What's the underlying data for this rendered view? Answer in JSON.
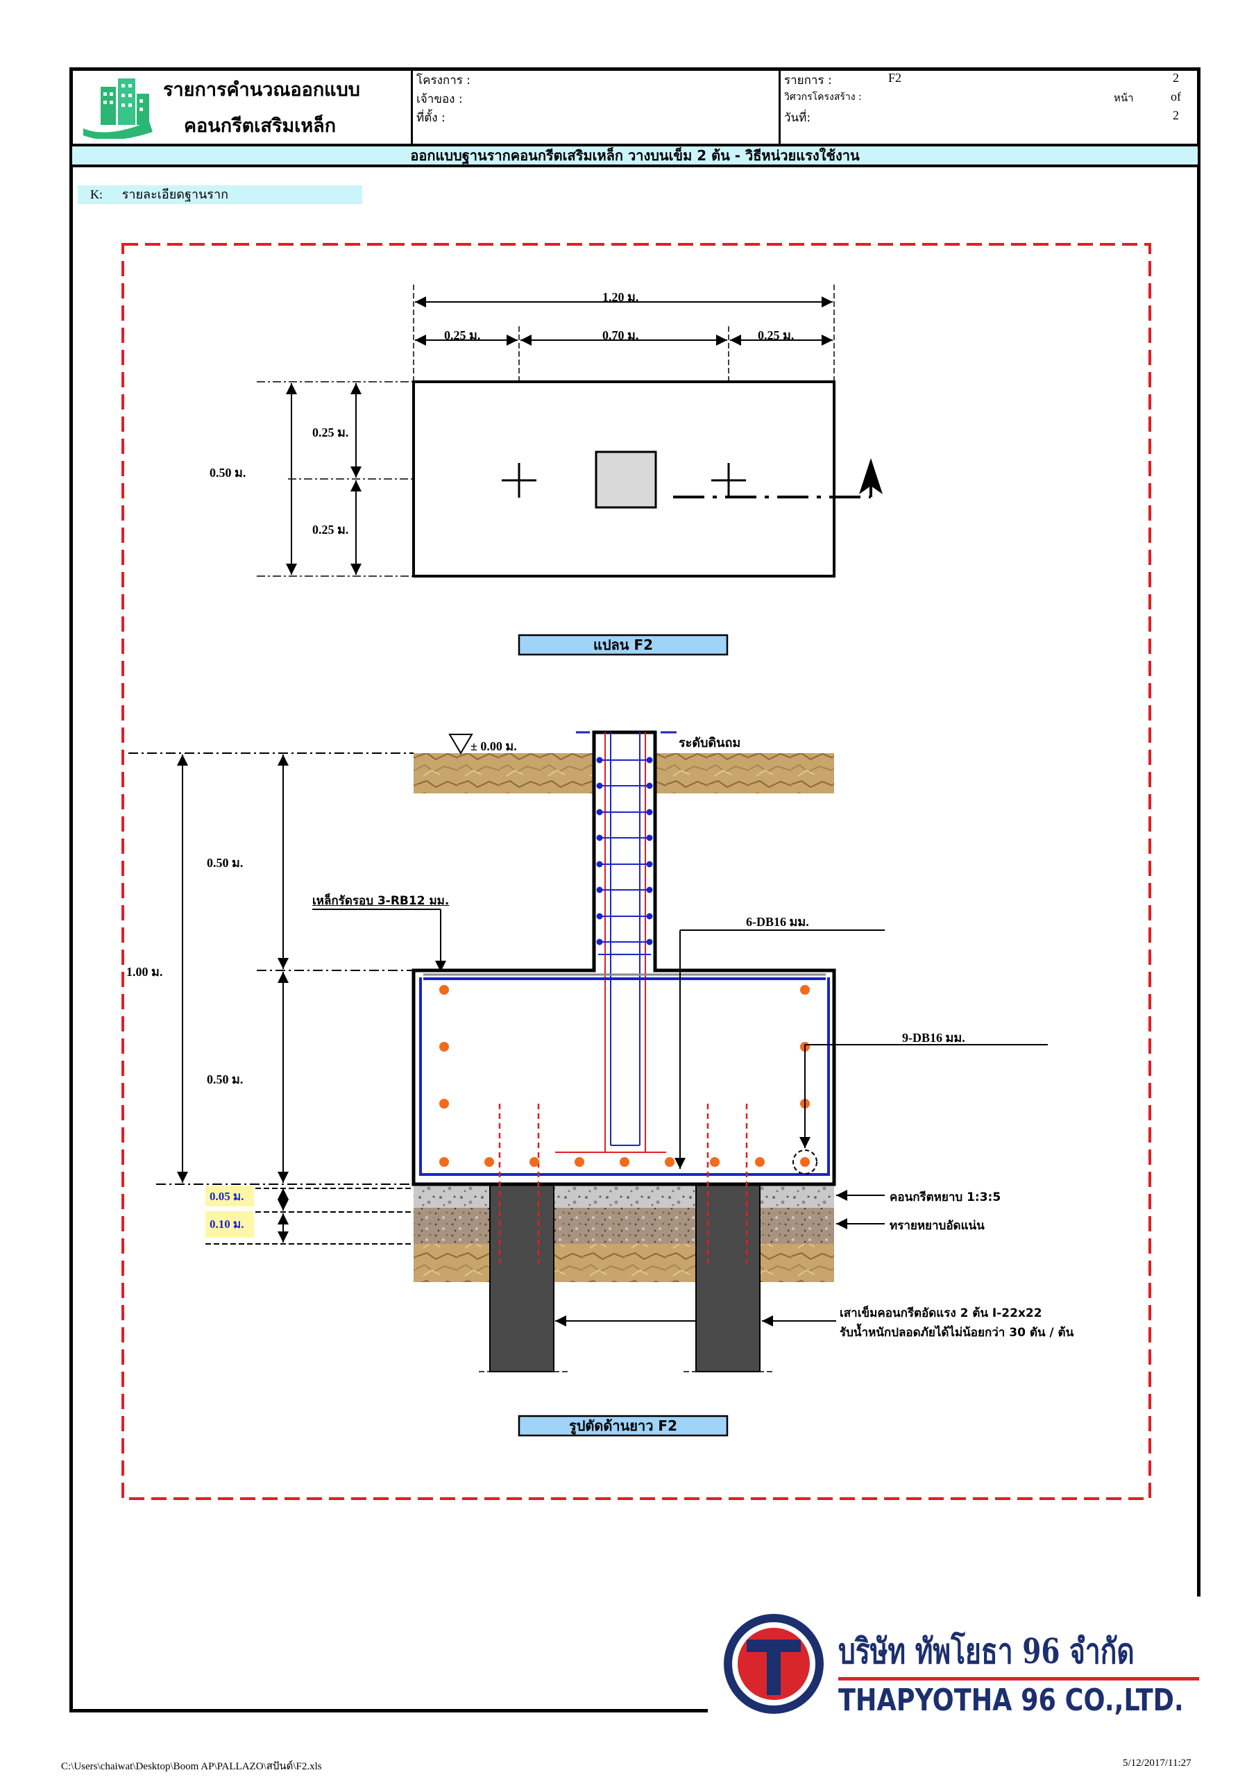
{
  "header": {
    "title_line1": "รายการคำนวณออกแบบ",
    "title_line2": "คอนกรีตเสริมเหล็ก",
    "project_label": "โครงการ :",
    "owner_label": "เจ้าของ :",
    "location_label": "ที่ตั้ง :",
    "item_label": "รายการ :",
    "item_value": "F2",
    "engineer_label": "วิศวกรโครงสร้าง :",
    "date_label": "วันที่:",
    "page_label": "หน้า",
    "page_num": "2",
    "of_label": "of",
    "page_total": "2",
    "row3_val": "2"
  },
  "subtitle": "ออกแบบฐานรากคอนกรีตเสริมเหล็ก วางบนเข็ม  2 ต้น - วิธีหน่วยแรงใช้งาน",
  "section": {
    "code": "K:",
    "title": "รายละเอียดฐานราก"
  },
  "plan": {
    "title": "แปลน F2",
    "dim_total": "1.20 ม.",
    "dim_left": "0.25 ม.",
    "dim_mid": "0.70 ม.",
    "dim_right": "0.25 ม.",
    "dim_v_total": "0.50 ม.",
    "dim_v_top": "0.25 ม.",
    "dim_v_bottom": "0.25 ม."
  },
  "section_view": {
    "title": "รูปตัดด้านยาว F2",
    "level": "± 0.00 ม.",
    "ground_label": "ระดับดินถม",
    "dim_upper": "0.50 ม.",
    "dim_total": "1.00 ม.",
    "dim_lower": "0.50 ม.",
    "dim_lean": "0.05 ม.",
    "dim_sand": "0.10 ม.",
    "stirrup_label": "เหล็กรัดรอบ 3-RB12 มม.",
    "column_bar_label": "6-DB16 มม.",
    "bottom_bar_label": "9-DB16 มม.",
    "lean_concrete_label": "คอนกรีตหยาบ 1:3:5",
    "sand_label": "ทรายหยาบอัดแน่น",
    "pile_label_1": "เสาเข็มคอนกรีตอัดแรง 2 ต้น I-22x22",
    "pile_label_2": "รับน้ำหนักปลอดภัยได้ไม่น้อยกว่า 30 ตัน / ต้น"
  },
  "company": {
    "name_th": "บริษัท ทัพโยธา 96 จำกัด",
    "name_en": "THAPYOTHA 96 CO.,LTD.",
    "logo_letter": "T"
  },
  "footer": {
    "path": "C:\\Users\\chaiwat\\Desktop\\Boom AP\\PALLAZO\\สปันด์\\F2.xls",
    "datetime": "5/12/2017/11:27"
  },
  "colors": {
    "accent_cyan": "#ccf5fb",
    "dashed_border": "#e31e24",
    "title_box": "#9fd3f7",
    "rebar_blue": "#1a25c9",
    "rebar_red": "#e31e24",
    "rebar_dot": "#f26b1d",
    "logo_red": "#d9262c",
    "logo_navy": "#1c2f6e"
  }
}
